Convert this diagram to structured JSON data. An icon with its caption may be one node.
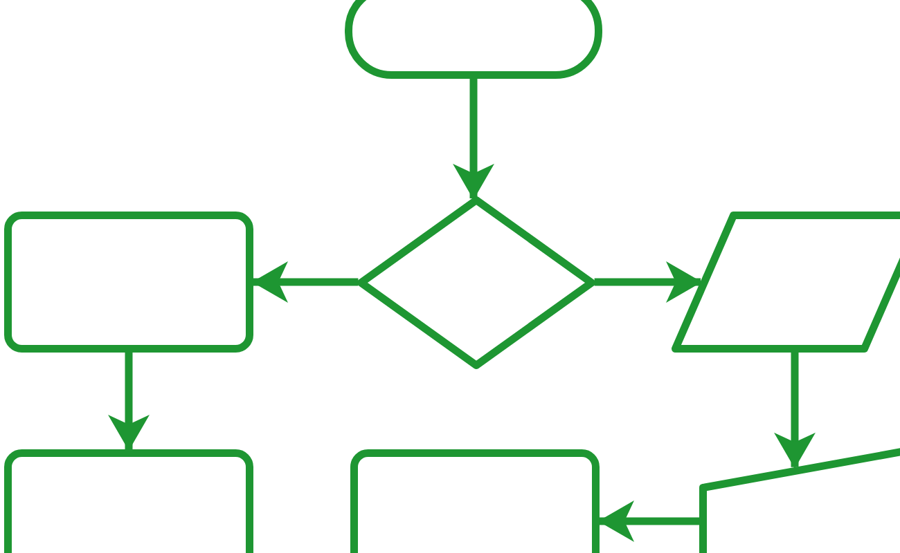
{
  "diagram": {
    "nodes": [
      {
        "text": [],
        "shape": "pill"
      },
      {
        "text": [],
        "shape": "diamond"
      },
      {
        "text": [],
        "shape": "box"
      },
      {
        "text": [],
        "shape": "parallelogram"
      },
      {
        "text": [],
        "shape": "box"
      },
      {
        "text": [],
        "shape": "box"
      },
      {
        "text": [],
        "shape": "trapezoid"
      }
    ],
    "edges": [
      {
        "from": 0,
        "to": 1,
        "arrow": "to"
      },
      {
        "from": 1,
        "to": 2,
        "arrow": "to"
      },
      {
        "from": 1,
        "to": 3,
        "arrow": "to"
      },
      {
        "from": 2,
        "to": 4,
        "arrow": "to"
      },
      {
        "from": 3,
        "to": 6,
        "arrow": "to"
      },
      {
        "from": 6,
        "to": 5,
        "arrow": "to"
      }
    ]
  }
}
